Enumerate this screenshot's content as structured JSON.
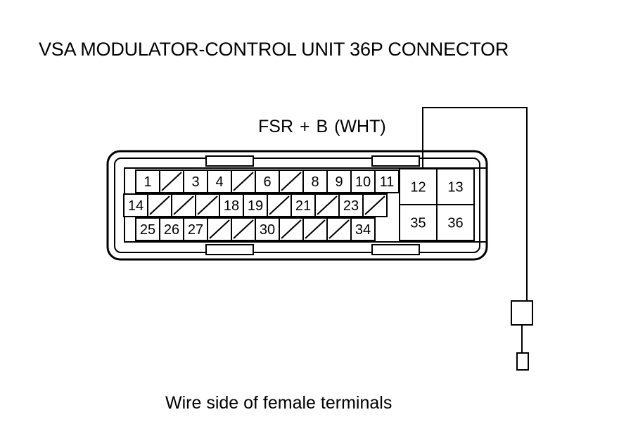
{
  "title": "VSA MODULATOR-CONTROL UNIT 36P CONNECTOR",
  "wire_label": "FSR  + B (WHT)",
  "caption": "Wire side of female terminals",
  "connector": {
    "row1": [
      "1",
      "",
      "3",
      "4",
      "",
      "6",
      "",
      "8",
      "9",
      "10",
      "11"
    ],
    "row2": [
      "14",
      "",
      "",
      "",
      "18",
      "19",
      "",
      "21",
      "",
      "23",
      ""
    ],
    "row3": [
      "25",
      "26",
      "27",
      "",
      "",
      "30",
      "",
      "",
      "",
      "34"
    ],
    "right_block": [
      "12",
      "13",
      "35",
      "36"
    ]
  },
  "colors": {
    "line": "#000000",
    "background": "#ffffff"
  }
}
